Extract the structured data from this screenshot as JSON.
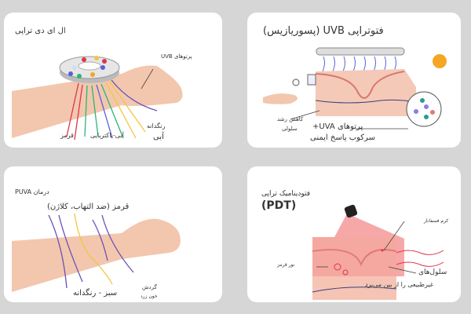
{
  "panels": [
    {
      "title": "ال ای دی تراپی",
      "labels": {
        "uvb_rays": "پرتوهای UVB",
        "red": "قرمز",
        "blue_bacterial": "آبی-باکتریایی",
        "pigment": "رنگدانه",
        "blue": "آبی"
      }
    },
    {
      "title": "فتوتراپی UVB (پسوریازیس)",
      "labels": {
        "cell_growth_1": "کاهش رشد",
        "cell_growth_2": "سلولی",
        "uva_rays": "پرتوهای UVA+",
        "immune": "سرکوب پاسخ ایمنی"
      }
    },
    {
      "title": "درمان PUVA",
      "labels": {
        "red_anti": "قرمز (ضد التهاب، کلاژن)",
        "green_pigment": "سبز - رنگدانه",
        "circ_1": "گردش",
        "circ_2": "خون زرد"
      }
    },
    {
      "title_line1": "فتودینامیک تراپی",
      "title_line2": "(PDT)",
      "labels": {
        "cream": "کرم فسفاناز",
        "red_light": "نور قرمز",
        "cells_1": "سلول‌های",
        "cells_2": "غیرطبیعی را از بین می‌برد"
      }
    }
  ],
  "colors": {
    "skin": "#f2c7ae",
    "red": "#e0334a",
    "green": "#2bb673",
    "blue": "#5561d8",
    "yellow": "#f5c542",
    "purple": "#6a4fb5",
    "sun": "#f5a623"
  }
}
